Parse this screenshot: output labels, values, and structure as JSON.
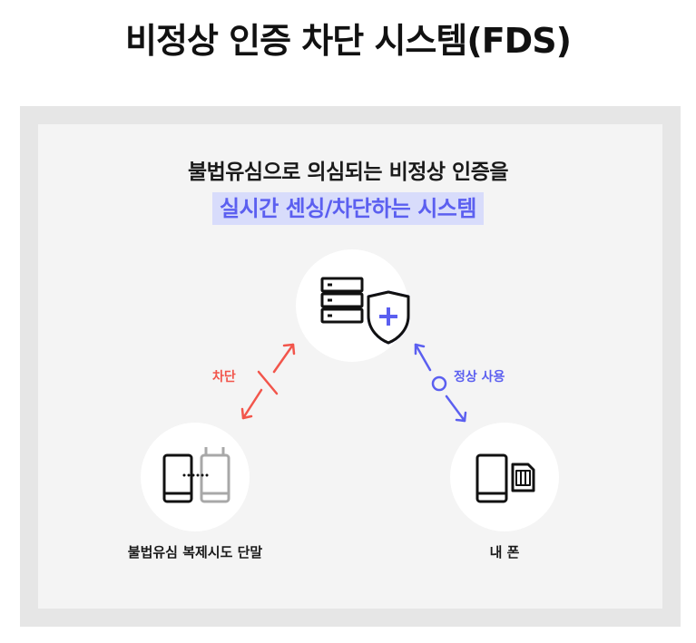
{
  "title": "비정상 인증 차단 시스템(FDS)",
  "subtitle": "불법유심으로 의심되는 비정상 인증을",
  "highlight": "실시간 센싱/차단하는 시스템",
  "nodes": {
    "server": {
      "icon": "server-shield-icon"
    },
    "clone": {
      "label": "불법유심 복제시도 단말",
      "icon": "cloned-phone-icon"
    },
    "my_phone": {
      "label": "내 폰",
      "icon": "phone-sim-icon"
    }
  },
  "edges": {
    "blocked": {
      "label": "차단",
      "color": "#f2554b"
    },
    "normal": {
      "label": "정상 사용",
      "color": "#5b5ff0"
    }
  },
  "colors": {
    "accent_blue": "#5b5ff0",
    "accent_red": "#f2554b",
    "highlight_bg": "#d8dcfb"
  }
}
